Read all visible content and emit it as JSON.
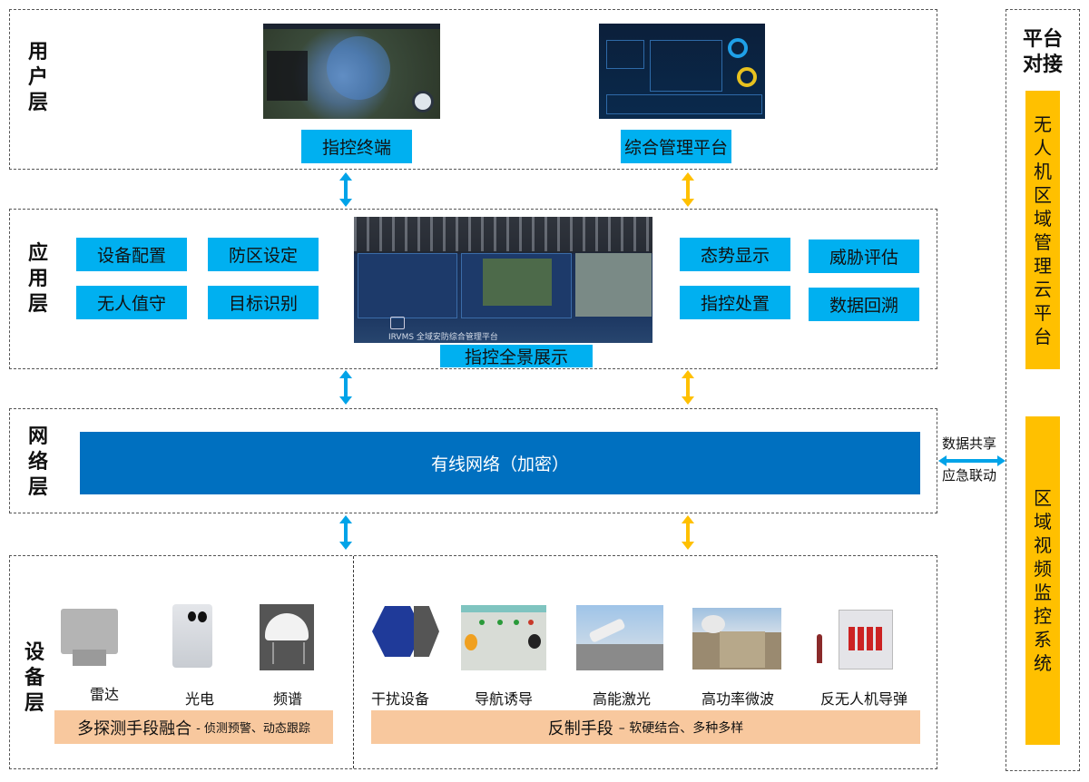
{
  "layers": {
    "user": "用户层",
    "application": "应用层",
    "network": "网络层",
    "device": "设备层"
  },
  "user_layer": {
    "terminal_label": "指控终端",
    "platform_label": "综合管理平台"
  },
  "application_layer": {
    "left_items": [
      "设备配置",
      "防区设定",
      "无人值守",
      "目标识别"
    ],
    "right_items": [
      "态势显示",
      "威胁评估",
      "指控处置",
      "数据回溯"
    ],
    "screen_caption": "IRVMS 全域安防综合管理平台",
    "panorama_label": "指控全景展示"
  },
  "network_layer": {
    "bar_label": "有线网络（加密）",
    "share_label": "数据共享",
    "linkage_label": "应急联动"
  },
  "device_layer": {
    "detection_devices": [
      "雷达",
      "光电",
      "频谱"
    ],
    "countermeasure_devices": [
      "干扰设备",
      "导航诱导",
      "高能激光",
      "高功率微波",
      "反无人机导弹"
    ],
    "detection_title": "多探测手段融合",
    "detection_subtitle": "- 侦测预警、动态跟踪",
    "counter_title": "反制手段",
    "counter_subtitle": "– 软硬结合、多种多样"
  },
  "platform_column": {
    "title": "平台对接",
    "drone_cloud": "无人机区域管理云平台",
    "video_system": "区域视频监控系统"
  },
  "colors": {
    "cyan": "#00B0F0",
    "network_blue": "#0070C0",
    "yellow": "#FFC000",
    "peach": "#F8C89E",
    "arrow_blue": "#00A3E8",
    "arrow_yellow": "#FFC000"
  }
}
